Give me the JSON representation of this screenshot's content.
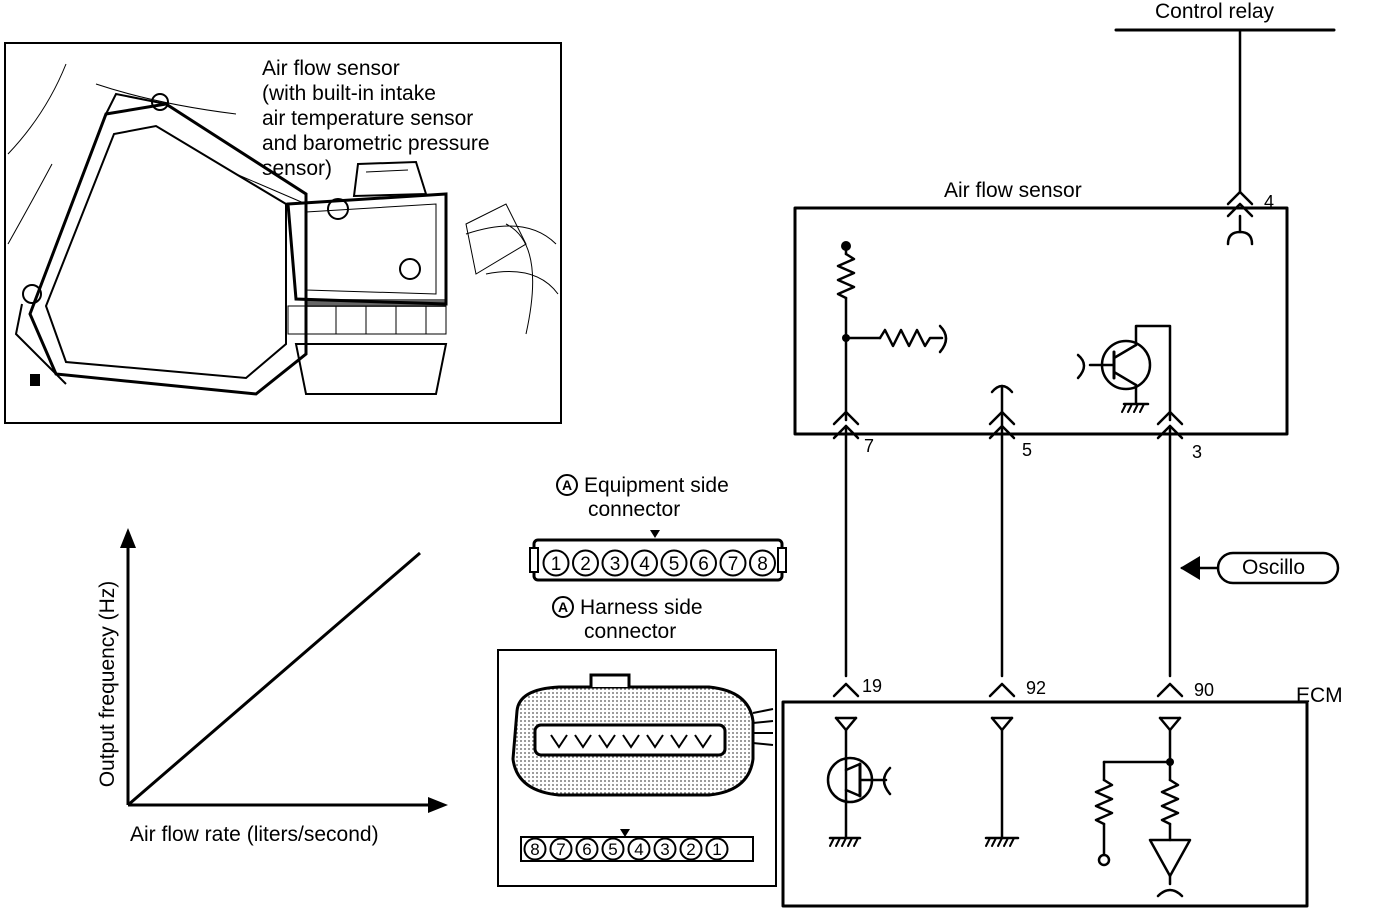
{
  "photo": {
    "caption_lines": [
      "Air flow sensor",
      "(with built-in intake",
      "air temperature sensor",
      "and barometric pressure",
      "sensor)"
    ]
  },
  "graph": {
    "ylabel": "Output frequency (Hz)",
    "xlabel": "Air flow rate (liters/second)"
  },
  "connectors": {
    "marker": "A",
    "equipment_label_1": "Equipment side",
    "equipment_label_2": "connector",
    "harness_label_1": "Harness side",
    "harness_label_2": "connector",
    "equipment_pins": [
      "1",
      "2",
      "3",
      "4",
      "5",
      "6",
      "7",
      "8"
    ],
    "harness_pins": [
      "8",
      "7",
      "6",
      "5",
      "4",
      "3",
      "2",
      "1"
    ]
  },
  "circuit": {
    "control_relay": "Control relay",
    "air_flow_sensor": "Air flow sensor",
    "ecm": "ECM",
    "oscillo": "Oscillo",
    "sensor_terminals": [
      "4",
      "7",
      "5",
      "3"
    ],
    "ecm_terminals": [
      "19",
      "92",
      "90"
    ]
  }
}
